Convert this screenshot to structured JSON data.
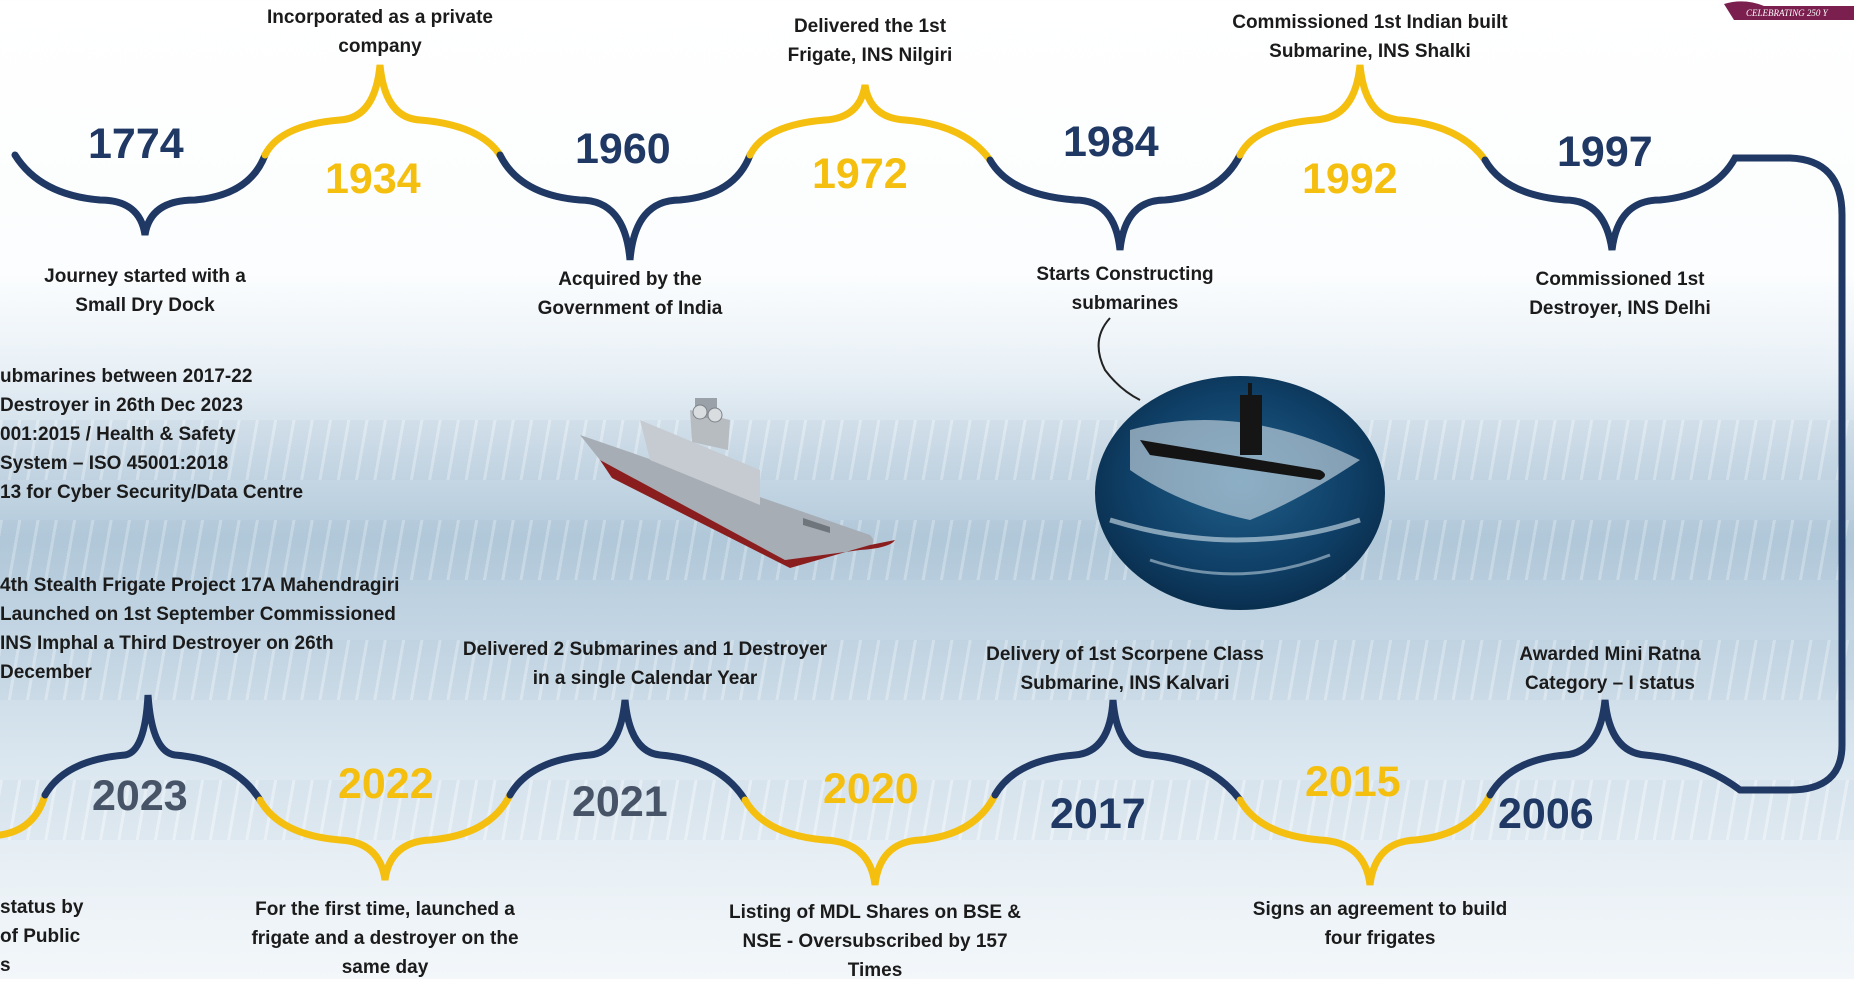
{
  "badge": {
    "text": "CELEBRATING 250 Y"
  },
  "top_milestones": [
    {
      "year": "1774",
      "text": "Journey started with a Small Dry Dock"
    },
    {
      "year": "1934",
      "text": "Incorporated as a private company"
    },
    {
      "year": "1960",
      "text": "Acquired by the Government of India"
    },
    {
      "year": "1972",
      "text": "Delivered the 1st Frigate, INS Nilgiri"
    },
    {
      "year": "1984",
      "text": "Starts Constructing submarines"
    },
    {
      "year": "1992",
      "text": "Commissioned 1st Indian built Submarine, INS Shalki"
    },
    {
      "year": "1997",
      "text": "Commissioned 1st Destroyer, INS Delhi"
    }
  ],
  "bottom_milestones": [
    {
      "year": "2023",
      "text": "4th Stealth Frigate Project 17A Mahendragiri Launched on 1st September Commissioned INS Imphal a Third Destroyer on 26th December"
    },
    {
      "year": "2022",
      "text": "For the first time, launched a frigate and a destroyer on the same day"
    },
    {
      "year": "2021",
      "text": "Delivered 2 Submarines and 1 Destroyer in a single Calendar Year"
    },
    {
      "year": "2020",
      "text": "Listing of MDL Shares on BSE & NSE - Oversubscribed by 157 Times"
    },
    {
      "year": "2017",
      "text": "Delivery of 1st Scorpene Class Submarine, INS Kalvari"
    },
    {
      "year": "2015",
      "text": "Signs an agreement to build four frigates"
    },
    {
      "year": "2006",
      "text": "Awarded Mini Ratna Category – I status"
    }
  ],
  "achievements_block": {
    "lines": [
      "ubmarines between 2017-22",
      "Destroyer in 26th Dec 2023",
      "001:2015 / Health & Safety",
      "System – ISO 45001:2018",
      "13 for Cyber Security/Data Centre"
    ]
  },
  "cut_label_bottom_left": {
    "lines": [
      "status by",
      "of Public",
      "s"
    ]
  },
  "colors": {
    "navy": "#1f3864",
    "gold": "#f5bf0f",
    "slate": "#475467"
  }
}
